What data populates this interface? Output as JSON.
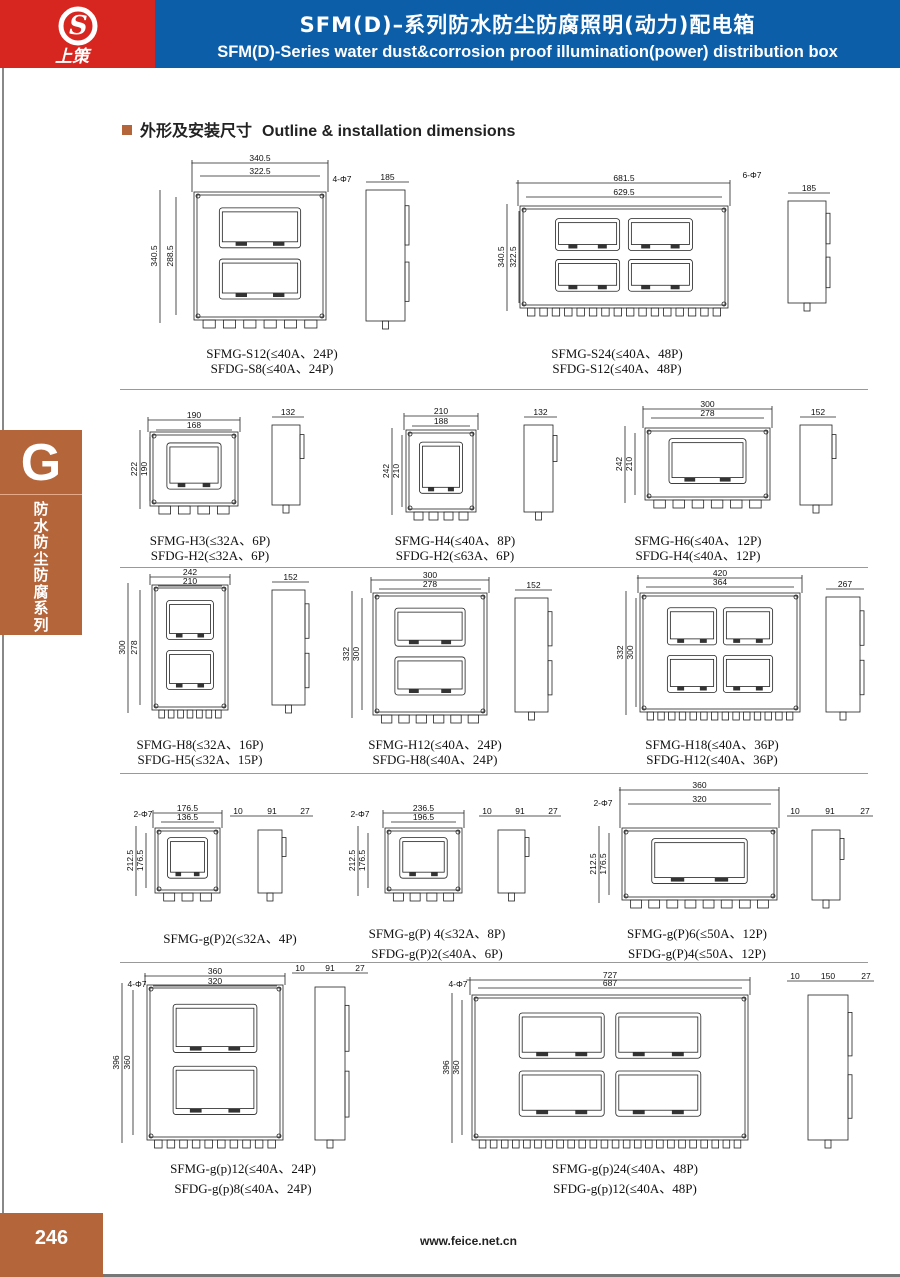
{
  "header": {
    "logo_text": "上策",
    "title_cn": "SFM(D)–系列防水防尘防腐照明(动力)配电箱",
    "title_en": "SFM(D)-Series water dust&corrosion proof illumination(power) distribution box"
  },
  "section": {
    "title_cn": "外形及安装尺寸",
    "title_en": "Outline & installation dimensions"
  },
  "side_tab": {
    "letter": "G",
    "text": "防水防尘防腐系列"
  },
  "footer": {
    "page_number": "246",
    "url": "www.feice.net.cn"
  },
  "colors": {
    "brand_red": "#d7251f",
    "banner_blue": "#0c5ea8",
    "accent_brown": "#b5653a"
  },
  "items": [
    {
      "w1": "340.5",
      "w2": "322.5",
      "h1": "340.5",
      "h2": "288.5",
      "depth": [
        "185"
      ],
      "holes": "4-Φ7",
      "caption": [
        "SFMG-S12(≤40A、24P)",
        "SFDG-S8(≤40A、24P)"
      ]
    },
    {
      "w1": "681.5",
      "w2": "629.5",
      "h1": "340.5",
      "h2": "322.5",
      "depth": [
        "185"
      ],
      "holes": "6-Φ7",
      "caption": [
        "SFMG-S24(≤40A、48P)",
        "SFDG-S12(≤40A、48P)"
      ]
    },
    {
      "w1": "190",
      "w2": "168",
      "h1": "222",
      "h2": "190",
      "depth": [
        "132"
      ],
      "caption": [
        "SFMG-H3(≤32A、6P)",
        "SFDG-H2(≤32A、6P)"
      ]
    },
    {
      "w1": "210",
      "w2": "188",
      "h1": "242",
      "h2": "210",
      "depth": [
        "132"
      ],
      "caption": [
        "SFMG-H4(≤40A、8P)",
        "SFDG-H2(≤63A、6P)"
      ]
    },
    {
      "w1": "300",
      "w2": "278",
      "h1": "242",
      "h2": "210",
      "depth": [
        "152"
      ],
      "caption": [
        "SFMG-H6(≤40A、12P)",
        "SFDG-H4(≤40A、12P)"
      ]
    },
    {
      "w1": "242",
      "w2": "210",
      "h1": "300",
      "h2": "278",
      "depth": [
        "152"
      ],
      "caption": [
        "SFMG-H8(≤32A、16P)",
        "SFDG-H5(≤32A、15P)"
      ]
    },
    {
      "w1": "300",
      "w2": "278",
      "h1": "332",
      "h2": "300",
      "depth": [
        "152"
      ],
      "caption": [
        "SFMG-H12(≤40A、24P)",
        "SFDG-H8(≤40A、24P)"
      ]
    },
    {
      "w1": "420",
      "w2": "364",
      "h1": "332",
      "h2": "300",
      "depth": [
        "267"
      ],
      "caption": [
        "SFMG-H18(≤40A、36P)",
        "SFDG-H12(≤40A、36P)"
      ]
    },
    {
      "w1": "176.5",
      "w2": "136.5",
      "h1": "212.5",
      "h2": "176.5",
      "depth": [
        "10",
        "91",
        "27"
      ],
      "holes": "2-Φ7",
      "caption": [
        "SFMG-g(P)2(≤32A、4P)"
      ]
    },
    {
      "w1": "236.5",
      "w2": "196.5",
      "h1": "212.5",
      "h2": "176.5",
      "depth": [
        "10",
        "91",
        "27"
      ],
      "holes": "2-Φ7",
      "caption": [
        "SFMG-g(P) 4(≤32A、8P)",
        "SFDG-g(P)2(≤40A、6P)"
      ]
    },
    {
      "w1": "360",
      "w2": "320",
      "h1": "212.5",
      "h2": "176.5",
      "depth": [
        "10",
        "91",
        "27"
      ],
      "holes": "2-Φ7",
      "caption": [
        "SFMG-g(P)6(≤50A、12P)",
        "SFDG-g(P)4(≤50A、12P)"
      ]
    },
    {
      "w1": "360",
      "w2": "320",
      "h1": "396",
      "h2": "360",
      "depth": [
        "10",
        "91",
        "27"
      ],
      "holes": "4-Φ7",
      "caption": [
        "SFMG-g(p)12(≤40A、24P)",
        "SFDG-g(p)8(≤40A、24P)"
      ]
    },
    {
      "w1": "727",
      "w2": "687",
      "h1": "396",
      "h2": "360",
      "depth": [
        "10",
        "150",
        "27"
      ],
      "holes": "4-Φ7",
      "caption": [
        "SFMG-g(p)24(≤40A、48P)",
        "SFDG-g(p)12(≤40A、48P)"
      ]
    }
  ]
}
